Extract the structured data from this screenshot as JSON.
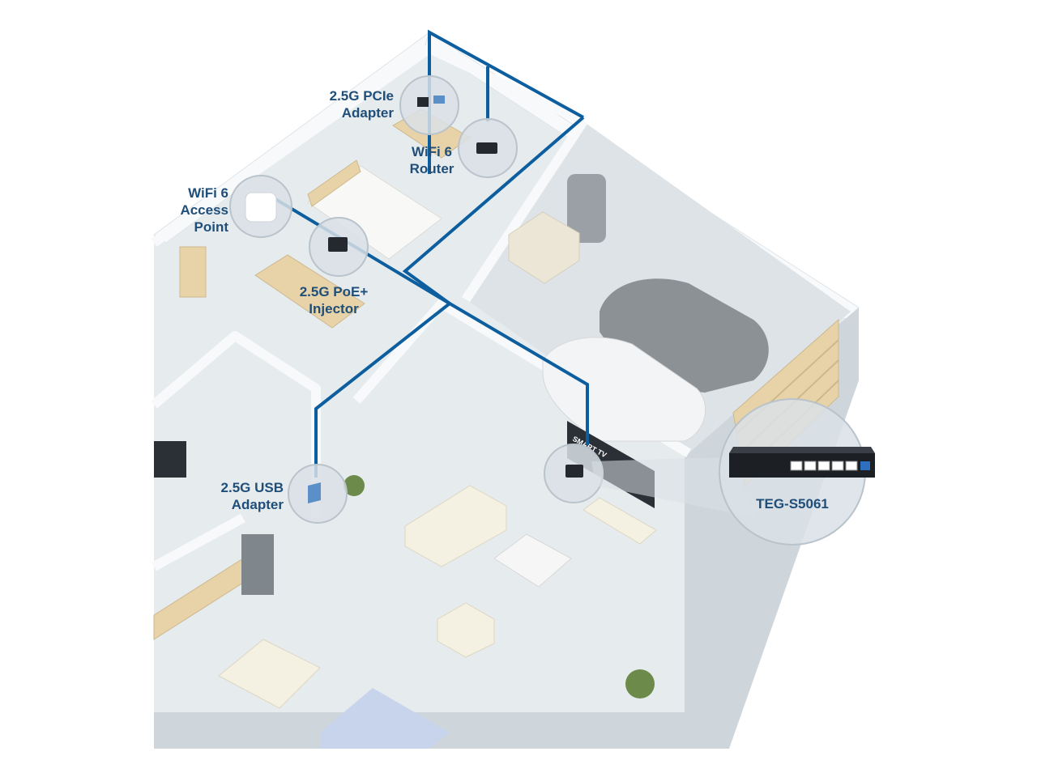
{
  "colors": {
    "network_line": "#0d5e9e",
    "label_text": "#1f4e79",
    "floor": "#e6ebee",
    "wall_top": "#f7f9fa",
    "wall_side": "#cfd6db",
    "lens_fill": "#d9e0e6",
    "lens_edge": "#b9c3cb",
    "car_gray": "#8c9196",
    "car_white": "#f3f4f5",
    "wood": "#e8d3a8",
    "switch_body": "#1c1f24"
  },
  "devices": [
    {
      "id": "pcie",
      "lines": [
        "2.5G PCIe",
        "Adapter"
      ]
    },
    {
      "id": "router",
      "lines": [
        "WiFi 6",
        "Router"
      ]
    },
    {
      "id": "ap",
      "lines": [
        "WiFi 6",
        "Access",
        "Point"
      ]
    },
    {
      "id": "injector",
      "lines": [
        "2.5G PoE+",
        "Injector"
      ]
    },
    {
      "id": "usb",
      "lines": [
        "2.5G USB",
        "Adapter"
      ]
    },
    {
      "id": "switch",
      "lines": [
        "TEG-S5061"
      ]
    }
  ],
  "tv": {
    "screen_text": "SMART TV"
  }
}
